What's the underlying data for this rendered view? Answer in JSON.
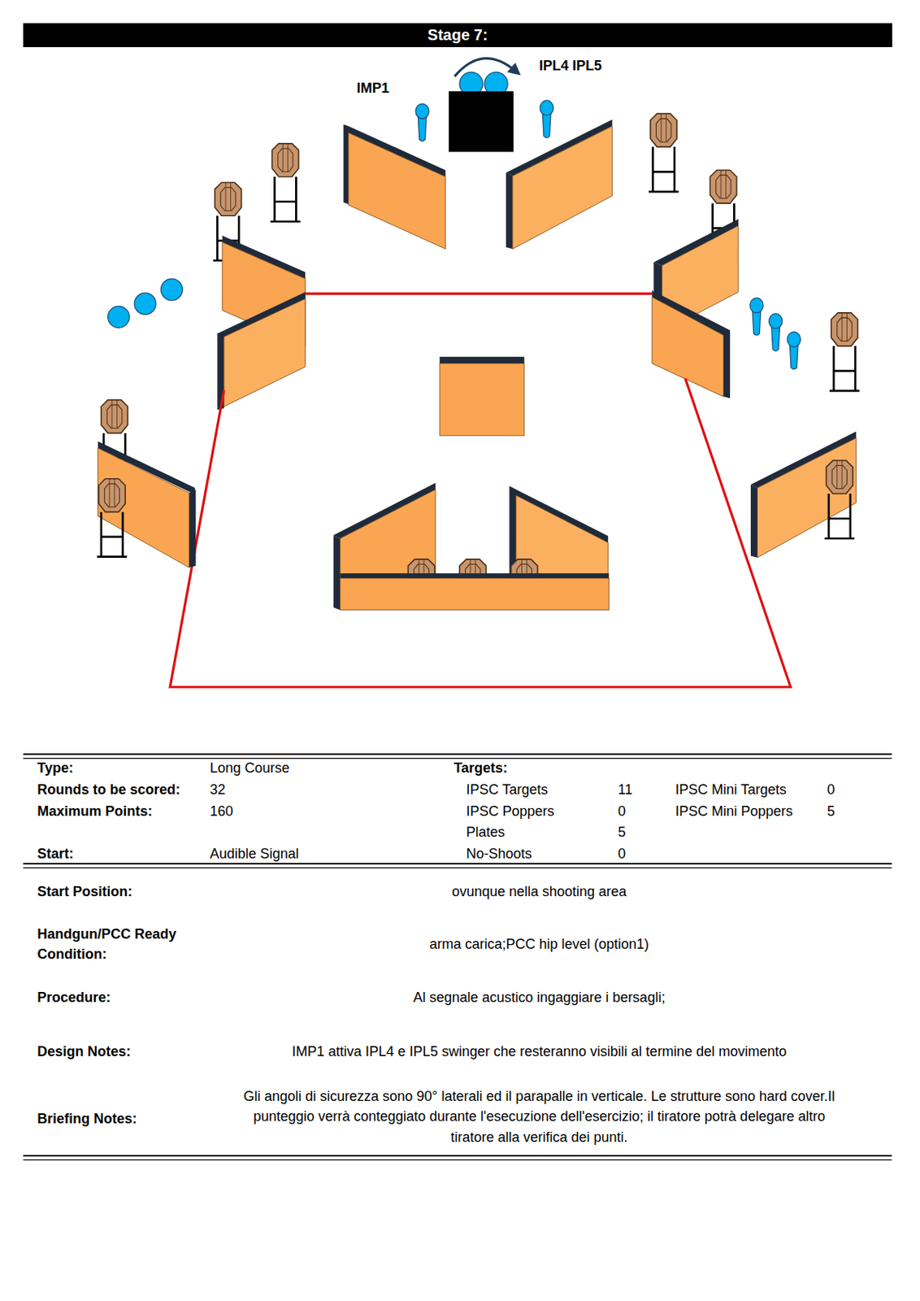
{
  "diagram": {
    "title": "Stage 7:",
    "labels": [
      "IMP1",
      "IPL4 IPL5",
      "Type:",
      "Long Course",
      "Targets:",
      "Rounds to be scored:",
      "32",
      "IPSC Targets",
      "11",
      "IPSC Mini Targets",
      "0",
      "Maximum Points:",
      "160",
      "IPSC Poppers",
      "0",
      "IPSC Mini Poppers",
      "5",
      "Plates",
      "5",
      "Start:",
      "Audible Signal",
      "No-Shoots",
      "0",
      "Start Position:",
      "ovunque nella shooting area",
      "Handgun/PCC Ready Condition:",
      "arma carica;PCC hip level (option1)",
      "Procedure:",
      "Al segnale acustico ingaggiare i bersagli;",
      "Design Notes:",
      "IMP1 attiva IPL4 e IPL5 swinger che resteranno visibili al termine del movimento",
      "Briefing Notes:",
      "Gli angoli di sicurezza sono 90° laterali ed il parapalle in verticale. Le strutture sono hard cover.Il punteggio verrà conteggiato durante l'esecuzione dell'esercizio; il tiratore potrà delegare altro tiratore alla verifica dei punti."
    ]
  }
}
